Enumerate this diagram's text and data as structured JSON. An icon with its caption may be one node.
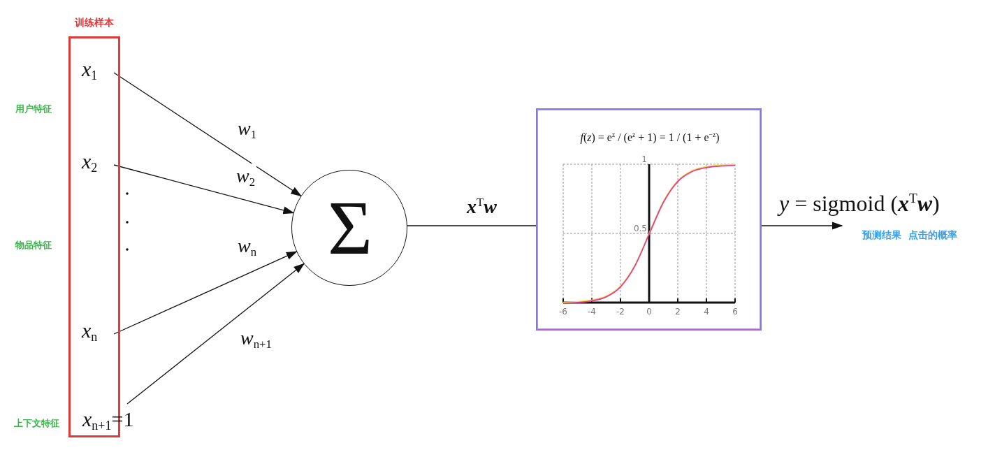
{
  "diagram": {
    "nodes": [
      {
        "text": [
          "训练样本"
        ]
      },
      {
        "text": [
          "*x*$_{1}$"
        ],
        "in": 0
      },
      {
        "text": [
          "*x*$_{2}$"
        ],
        "in": 0
      },
      {
        "text": [
          "*x*$_{n}$"
        ],
        "in": 0
      },
      {
        "text": [
          "*x*$_{n+1}$=1"
        ]
      },
      {
        "text": [
          "Σ"
        ]
      },
      {
        "text": [
          "*f*(*z*) = e$^{z}$ / (e$^{z}$ + 1) = 1 / (1 + e$^{−z}$)"
        ]
      }
    ],
    "edges": [
      {
        "from": 1,
        "to": 5,
        "arrow": "to",
        "label": "*w*$_{1}$"
      },
      {
        "from": 2,
        "to": 5,
        "arrow": "to",
        "label": "*w*$_{2}$"
      },
      {
        "from": 3,
        "to": 5,
        "arrow": "to",
        "label": "*w*$_{n}$"
      },
      {
        "from": 4,
        "to": 5,
        "arrow": "to",
        "label": "*w*$_{n+1}$"
      },
      {
        "from": 5,
        "to": 6,
        "arrow": "none",
        "label": "**x**$^{T}$**w**"
      },
      {
        "from": 6,
        "to": null,
        "arrow": "to",
        "label": "*y* = sigmoid (**x**$^{T}$**w**)"
      }
    ],
    "labels": [
      "用户特征",
      "物品特征",
      "上下文特征",
      "预测结果  点击的概率"
    ],
    "chart_data": {
      "type": "line",
      "x": [
        -6,
        -5,
        -4,
        -3,
        -2,
        -1,
        0,
        1,
        2,
        3,
        4,
        5,
        6
      ],
      "series": [
        {
          "color": "#f0e03a",
          "values": [
            0.002,
            0.007,
            0.018,
            0.047,
            0.119,
            0.269,
            0.5,
            0.731,
            0.881,
            0.953,
            0.982,
            0.993,
            0.998
          ]
        },
        {
          "color": "#e0409a",
          "values": [
            0.002,
            0.007,
            0.018,
            0.047,
            0.119,
            0.269,
            0.5,
            0.731,
            0.881,
            0.953,
            0.982,
            0.993,
            0.998
          ]
        }
      ],
      "grid": true,
      "xlim": [
        -6,
        6
      ],
      "ylim": [
        0,
        1
      ],
      "xticks": [
        -6,
        -4,
        -2,
        0,
        2,
        4,
        6
      ],
      "yticks": [
        0.5,
        1
      ]
    }
  }
}
